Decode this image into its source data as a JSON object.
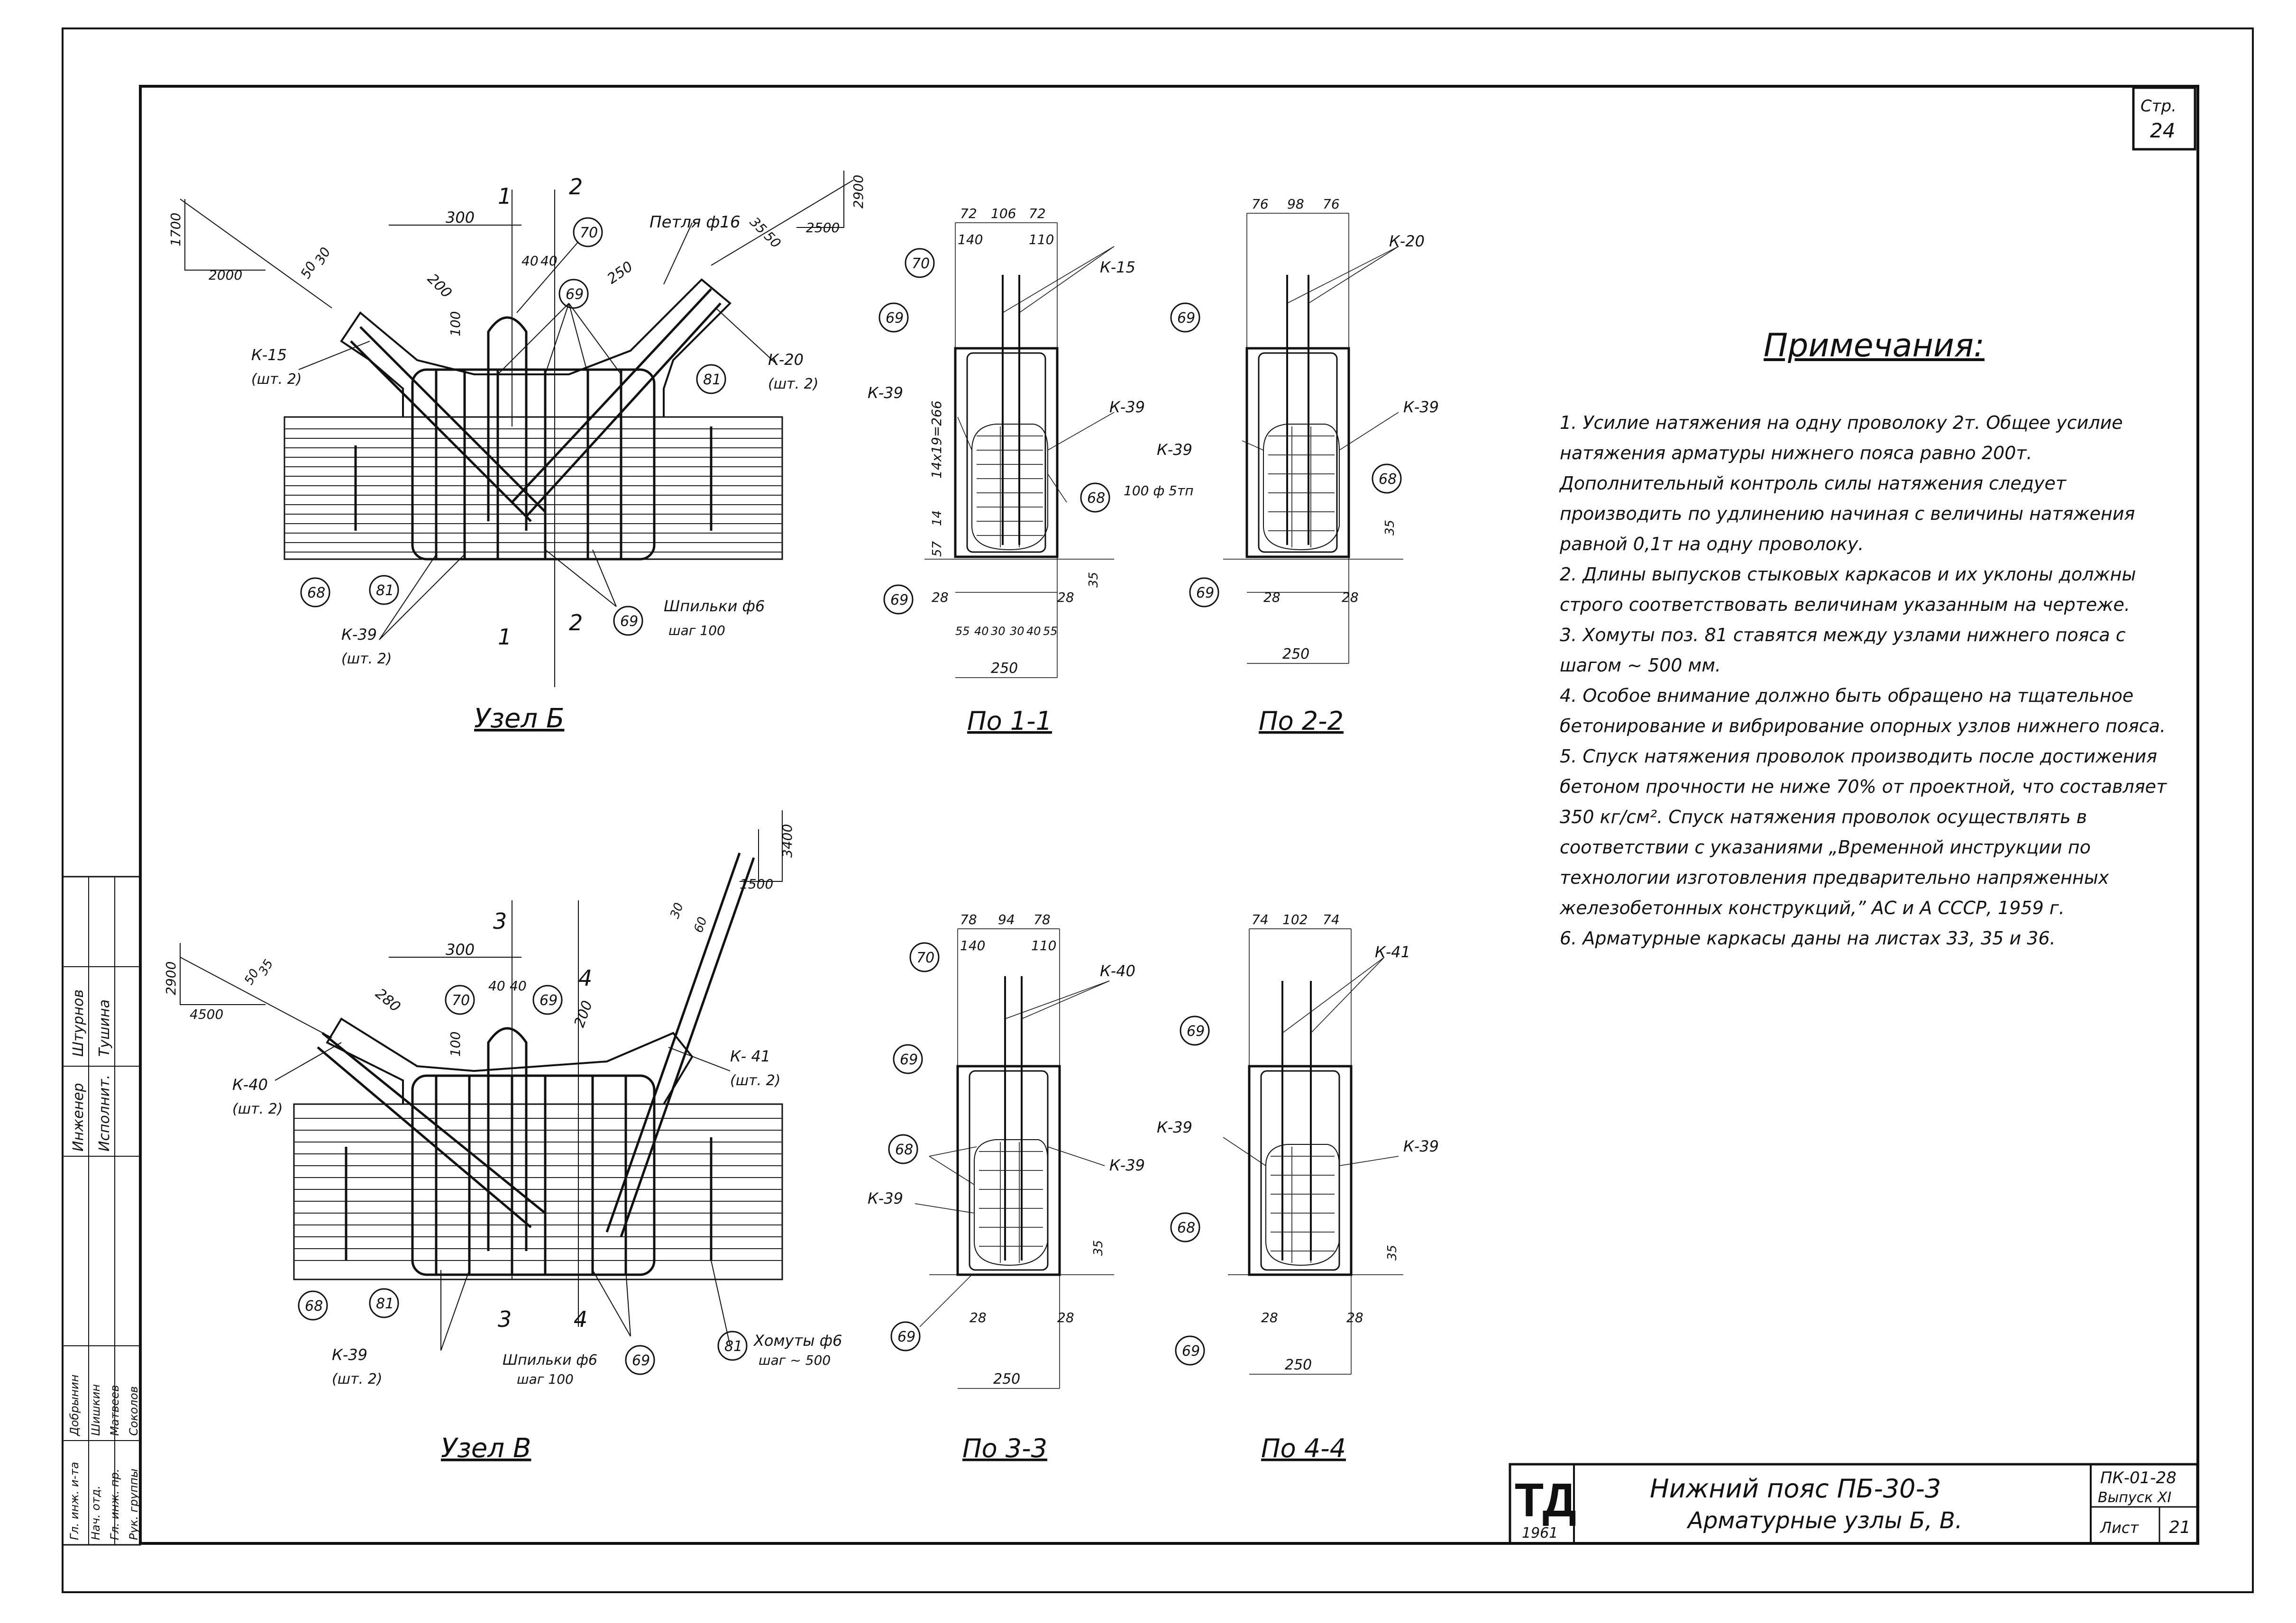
{
  "page": {
    "label": "Стр.",
    "number": "24"
  },
  "views": {
    "node_b": {
      "caption": "Узел Б",
      "loop_label": "Петля ф16",
      "pin_label": "Шпильки ф6",
      "pin_step": "шаг 100",
      "k15": "К-15",
      "k15_qty": "(шт. 2)",
      "k20": "К-20",
      "k20_qty": "(шт. 2)",
      "k39": "К-39",
      "k39_qty": "(шт. 2)",
      "dims": [
        "300",
        "200",
        "250",
        "40",
        "40",
        "100",
        "50",
        "30",
        "35",
        "50",
        "1700",
        "2000",
        "2900",
        "2500"
      ],
      "marks": [
        "70",
        "69",
        "81",
        "68",
        "81",
        "69"
      ],
      "section_marks": [
        "1",
        "2",
        "1",
        "2"
      ]
    },
    "node_v": {
      "caption": "Узел В",
      "pin_label": "Шпильки ф6",
      "pin_step": "шаг 100",
      "stirrup_label": "Хомуты ф6",
      "stirrup_step": "шаг ~ 500",
      "k40": "К-40",
      "k40_qty": "(шт. 2)",
      "k41": "К- 41",
      "k41_qty": "(шт. 2)",
      "k39": "К-39",
      "k39_qty": "(шт. 2)",
      "dims": [
        "300",
        "280",
        "200",
        "40",
        "40",
        "100",
        "30",
        "60",
        "50",
        "35",
        "2900",
        "4500",
        "3400",
        "1500"
      ],
      "marks": [
        "70",
        "69",
        "68",
        "81",
        "69",
        "81"
      ],
      "section_marks": [
        "3",
        "4",
        "3",
        "4"
      ]
    },
    "sec_1_1": {
      "caption": "По 1-1",
      "top_dims": [
        "72",
        "106",
        "72"
      ],
      "sub_dims": [
        "140",
        "110"
      ],
      "side_dim": "14х19=266",
      "d57": "57",
      "d14": "14",
      "bot_dims": [
        "28",
        "28"
      ],
      "bot_small": [
        "55",
        "40",
        "30",
        "30",
        "40",
        "55"
      ],
      "width": "250",
      "d35": "35",
      "k15": "К-15",
      "k39a": "К-39",
      "k39b": "К-39",
      "wire": "100 ф 5тп",
      "marks": [
        "70",
        "69",
        "68",
        "69"
      ]
    },
    "sec_2_2": {
      "caption": "По 2-2",
      "top_dims": [
        "76",
        "98",
        "76"
      ],
      "k20": "К-20",
      "k39a": "К-39",
      "k39b": "К-39",
      "bot_dims": [
        "28",
        "28"
      ],
      "width": "250",
      "d35": "35",
      "marks": [
        "69",
        "68",
        "69"
      ]
    },
    "sec_3_3": {
      "caption": "По 3-3",
      "top_dims": [
        "78",
        "94",
        "78"
      ],
      "sub_dims": [
        "140",
        "110"
      ],
      "k40": "К-40",
      "k39a": "К-39",
      "k39b": "К-39",
      "bot_dims": [
        "28",
        "28"
      ],
      "width": "250",
      "d35": "35",
      "marks": [
        "70",
        "69",
        "68",
        "69"
      ]
    },
    "sec_4_4": {
      "caption": "По 4-4",
      "top_dims": [
        "74",
        "102",
        "74"
      ],
      "k41": "К-41",
      "k39a": "К-39",
      "k39b": "К-39",
      "bot_dims": [
        "28",
        "28"
      ],
      "width": "250",
      "d35": "35",
      "marks": [
        "69",
        "68",
        "69"
      ]
    }
  },
  "notes": {
    "title": "Примечания:",
    "items": [
      "1. Усилие натяжения на одну проволоку 2т. Общее усилие натяжения арматуры нижнего пояса равно 200т. Дополнительный контроль силы натяжения следует производить по удлинению начиная с величины натяжения равной 0,1т на одну проволоку.",
      "2. Длины выпусков стыковых каркасов и их уклоны должны строго соответствовать величинам указанным на чертеже.",
      "3. Хомуты поз. 81 ставятся между узлами нижнего пояса с шагом ~ 500 мм.",
      "4. Особое внимание должно быть обращено на тщательное бетонирование и вибрирование опорных узлов нижнего пояса.",
      "5. Спуск натяжения проволок производить после достижения бетоном прочности не ниже 70% от проектной, что составляет 350 кг/см². Спуск натяжения проволок осуществлять в соответствии с указаниями „Временной инструкции по технологии изготовления предварительно напряженных железобетонных конструкций,” АС и А СССР, 1959 г.",
      "6. Арматурные каркасы даны на листах 33, 35 и 36."
    ]
  },
  "side_stamp": {
    "rows": [
      [
        "Инженер",
        "Штурнов"
      ],
      [
        "Исполнит.",
        "Тушина"
      ],
      [
        "Гл. инж. и-та",
        "Добрынин"
      ],
      [
        "Нач. отд.",
        "Шишкин"
      ],
      [
        "Гл. инж. пр.",
        "Матвеев"
      ],
      [
        "Рук. группы",
        "Соколов"
      ]
    ]
  },
  "title_block": {
    "logo": "ТД",
    "year": "1961",
    "title_line1": "Нижний пояс ПБ-30-3",
    "title_line2": "Арматурные узлы Б, В.",
    "code": "ПК-01-28",
    "issue": "Выпуск XI",
    "sheet_label": "Лист",
    "sheet_number": "21"
  }
}
